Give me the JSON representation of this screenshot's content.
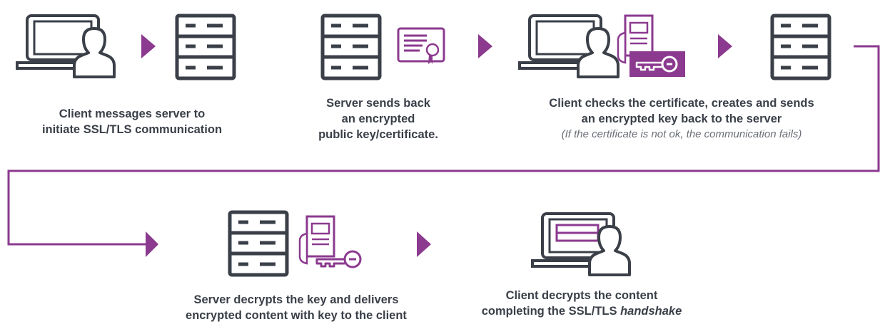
{
  "colors": {
    "dark": "#3a3f48",
    "accent": "#8b3a8f",
    "connector": "#8b3a8f"
  },
  "steps": [
    {
      "lines": [
        "Client messages server to",
        "initiate SSL/TLS communication"
      ],
      "icons": [
        "laptop-icon",
        "user-icon",
        "server-icon"
      ]
    },
    {
      "lines": [
        "Server sends back",
        "an encrypted",
        "public key/certificate."
      ],
      "icons": [
        "server-icon",
        "certificate-icon"
      ]
    },
    {
      "lines": [
        "Client checks the certificate, creates and sends",
        "an encrypted key back to the server"
      ],
      "note": "(If the certificate is not ok, the communication fails)",
      "icons": [
        "laptop-icon",
        "user-icon",
        "document-icon",
        "key-icon",
        "server-icon"
      ]
    },
    {
      "lines": [
        "Server decrypts the key and delivers",
        "encrypted content with key to the client"
      ],
      "icons": [
        "server-icon",
        "document-icon",
        "key-icon"
      ]
    },
    {
      "lines": [
        "Client decrypts the content"
      ],
      "line2_prefix": "completing the SSL/TLS ",
      "line2_em": "handshake",
      "icons": [
        "laptop-icon",
        "user-icon"
      ]
    }
  ]
}
